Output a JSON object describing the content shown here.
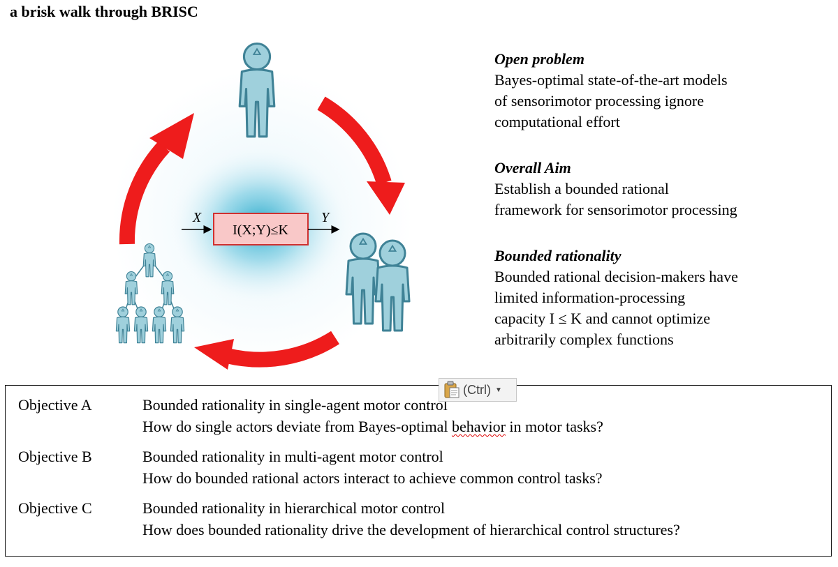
{
  "title": "a brisk walk through BRISC",
  "figure": {
    "input_label": "X",
    "output_label": "Y",
    "box_label": "I(X;Y)≤K"
  },
  "info": {
    "open_problem": {
      "heading": "Open problem",
      "lines": [
        "Bayes-optimal state-of-the-art models",
        "of sensorimotor processing ignore",
        "computational effort"
      ]
    },
    "overall_aim": {
      "heading": "Overall Aim",
      "lines": [
        "Establish a bounded rational",
        "framework for sensorimotor processing"
      ]
    },
    "bounded_rationality": {
      "heading": "Bounded rationality",
      "lines": [
        "Bounded rational decision-makers have",
        "limited information-processing",
        "capacity I ≤ K and cannot optimize",
        "arbitrarily complex functions"
      ]
    }
  },
  "objectives": [
    {
      "label": "Objective A",
      "title": "Bounded rationality in single-agent motor control",
      "question_before": "How do single actors deviate from Bayes-optimal ",
      "question_flagged": "behavior",
      "question_after": " in motor tasks?"
    },
    {
      "label": "Objective B",
      "title": "Bounded rationality in multi-agent motor control",
      "question_before": "How do bounded rational actors interact to achieve common control tasks?",
      "question_flagged": "",
      "question_after": ""
    },
    {
      "label": "Objective C",
      "title": "Bounded rationality in hierarchical motor control",
      "question_before": "How does bounded rationality drive the development of hierarchical control structures?",
      "question_flagged": "",
      "question_after": ""
    }
  ],
  "paste_options": {
    "label": "(Ctrl)",
    "icon": "clipboard-icon"
  },
  "colors": {
    "arrow_red": "#ee1c1c",
    "person_fill": "#9fd0dc",
    "person_stroke": "#3f8296",
    "box_fill": "#f9c8c8",
    "box_stroke": "#d0302f",
    "glow": "#1fa6c8"
  }
}
